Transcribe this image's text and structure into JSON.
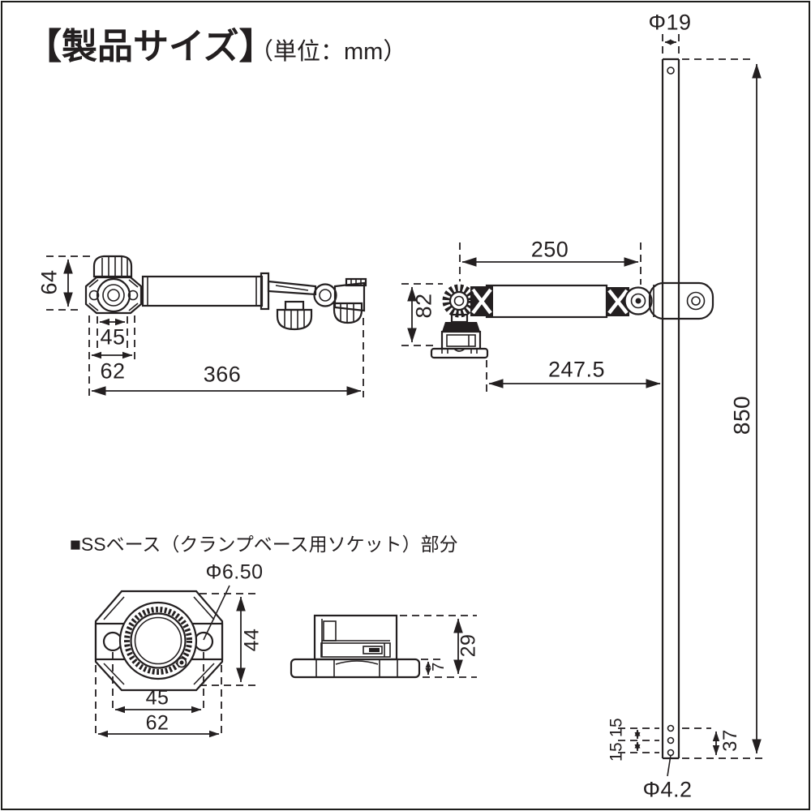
{
  "title": {
    "main": "【製品サイズ】",
    "unit": "（単位：mm）"
  },
  "section_heading": "■SSベース（クランプベース用ソケット）部分",
  "unit": "mm",
  "colors": {
    "ink": "#231f20",
    "background": "#ffffff"
  },
  "dimensions": {
    "rod": {
      "diameter": "Φ19",
      "length": "850",
      "hole_pitch_upper": "15",
      "hole_pitch_lower": "15",
      "hole_span": "37",
      "hole_diameter": "Φ4.2"
    },
    "arm_side": {
      "height": "64",
      "socket_pitch": "45",
      "base_width": "62",
      "overall_length": "366"
    },
    "arm_top": {
      "arm_length": "250",
      "height": "82",
      "reach": "247.5"
    },
    "base_top": {
      "hole_diameter": "Φ6.50",
      "body_height": "44",
      "hole_pitch": "45",
      "width": "62"
    },
    "base_side": {
      "height": "29",
      "flange_height": "7"
    }
  }
}
